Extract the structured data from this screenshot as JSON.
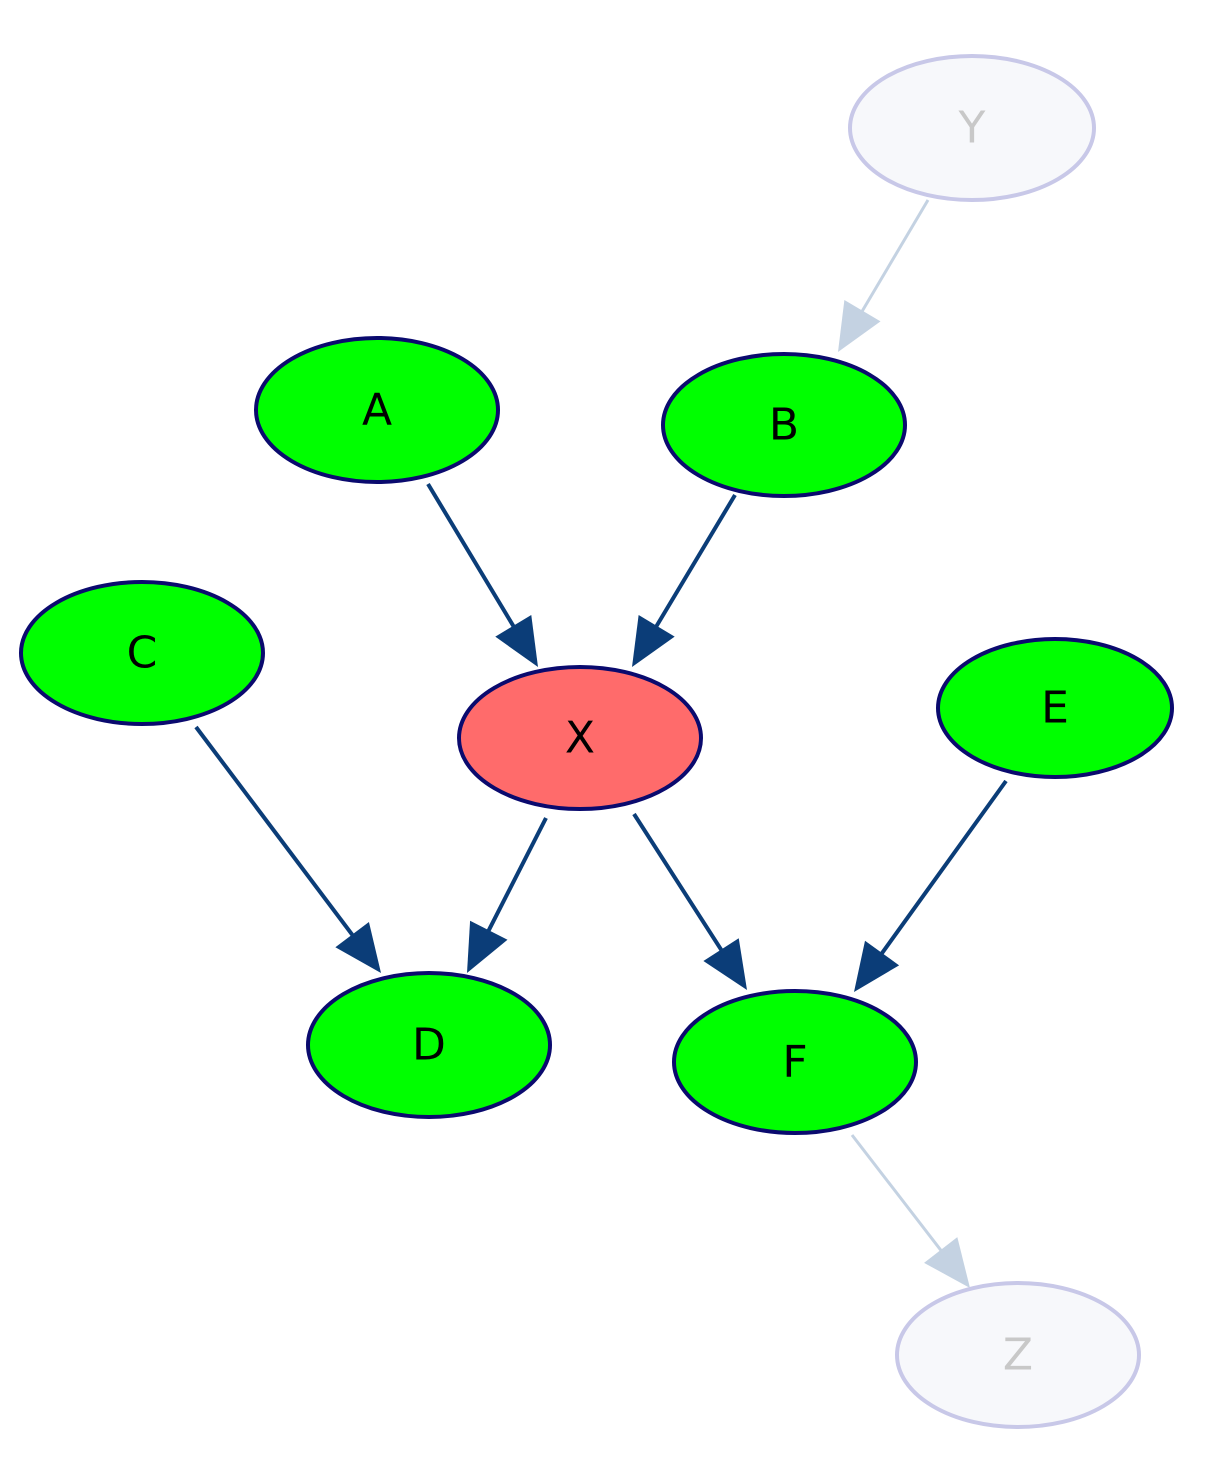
{
  "colors": {
    "background": "#ffffff",
    "active_fill": "#00ff00",
    "active_stroke": "#0a0a6e",
    "active_text": "#000000",
    "center_fill": "#ff6b6b",
    "center_stroke": "#0a0a6e",
    "center_text": "#000000",
    "faded_fill": "#f7f8fb",
    "faded_stroke": "#c8c8e8",
    "faded_text": "#c8c8c8",
    "edge_active": "#0b3d78",
    "edge_faded": "#c4d2e2"
  },
  "nodes": [
    {
      "id": "Y",
      "label": "Y",
      "style": "faded"
    },
    {
      "id": "A",
      "label": "A",
      "style": "active"
    },
    {
      "id": "B",
      "label": "B",
      "style": "active"
    },
    {
      "id": "C",
      "label": "C",
      "style": "active"
    },
    {
      "id": "X",
      "label": "X",
      "style": "center"
    },
    {
      "id": "E",
      "label": "E",
      "style": "active"
    },
    {
      "id": "D",
      "label": "D",
      "style": "active"
    },
    {
      "id": "F",
      "label": "F",
      "style": "active"
    },
    {
      "id": "Z",
      "label": "Z",
      "style": "faded"
    }
  ],
  "edges": [
    {
      "from": "Y",
      "to": "B",
      "style": "faded"
    },
    {
      "from": "A",
      "to": "X",
      "style": "active"
    },
    {
      "from": "B",
      "to": "X",
      "style": "active"
    },
    {
      "from": "C",
      "to": "D",
      "style": "active"
    },
    {
      "from": "X",
      "to": "D",
      "style": "active"
    },
    {
      "from": "X",
      "to": "F",
      "style": "active"
    },
    {
      "from": "E",
      "to": "F",
      "style": "active"
    },
    {
      "from": "F",
      "to": "Z",
      "style": "faded"
    }
  ]
}
